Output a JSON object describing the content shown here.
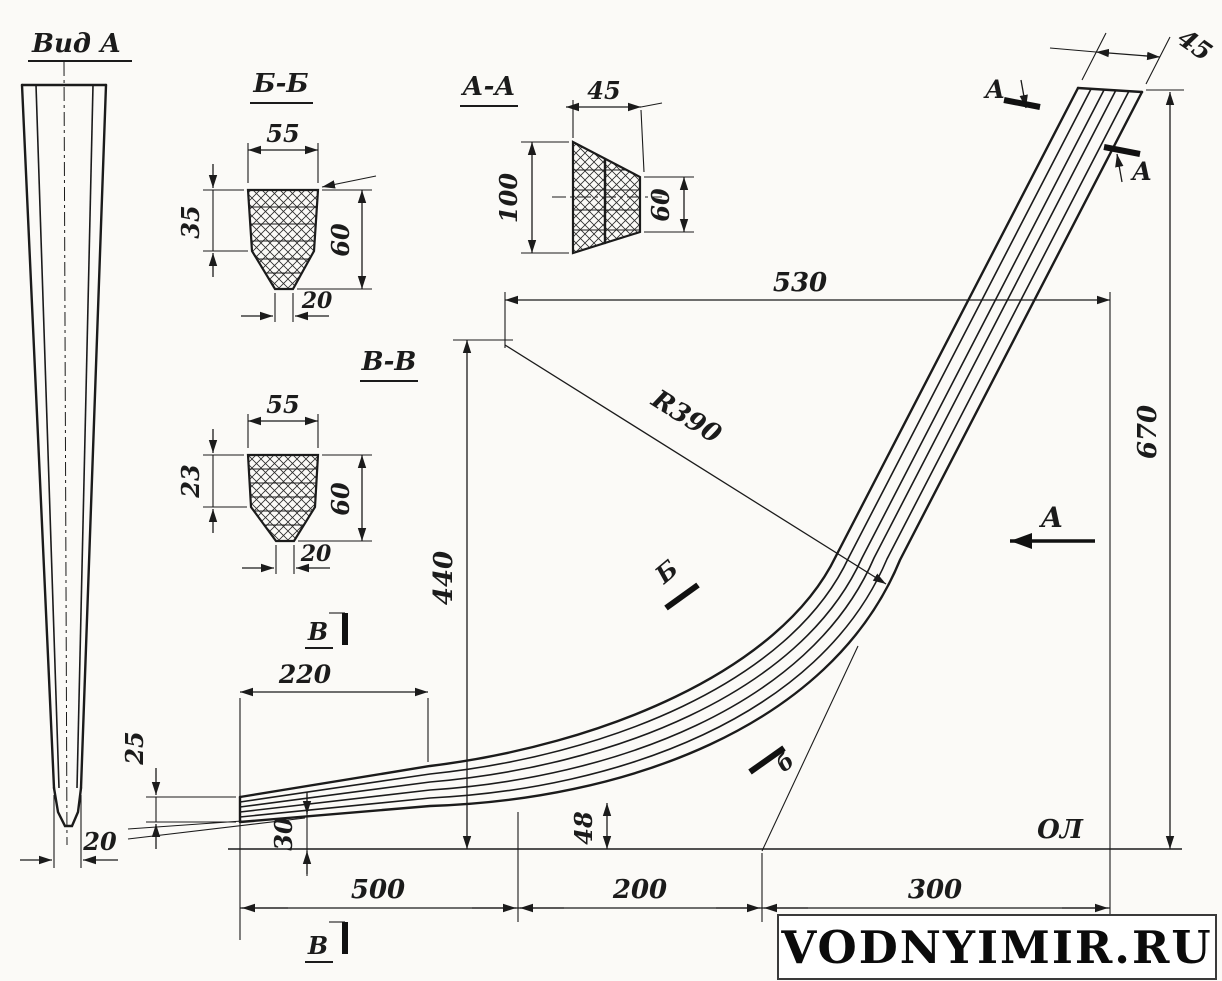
{
  "view_a": {
    "label": "Вид А",
    "dim_width": "20"
  },
  "section_bb": {
    "label": "Б-Б",
    "dim_top": "55",
    "dim_left": "35",
    "dim_right": "60",
    "dim_bottom": "20"
  },
  "section_aa": {
    "label": "А-А",
    "dim_top": "45",
    "dim_left": "100",
    "dim_right": "60"
  },
  "section_vv": {
    "label": "В-В",
    "dim_top": "55",
    "dim_left": "23",
    "dim_right": "60",
    "dim_bottom": "20"
  },
  "main": {
    "dim_top_width": "45",
    "dim_530": "530",
    "dim_670": "670",
    "dim_440": "440",
    "radius": "R390",
    "dim_220": "220",
    "dim_25": "25",
    "dim_30": "30",
    "dim_48": "48",
    "dim_500": "500",
    "dim_200": "200",
    "dim_300": "300",
    "waterline_label": "ОЛ",
    "section_marker_a1": "А",
    "section_marker_a2": "А",
    "view_arrow_label": "А",
    "section_marker_b1": "Б",
    "section_marker_b2": "б",
    "section_marker_v1": "В",
    "section_marker_v2": "В"
  },
  "watermark": {
    "text": "VODNYIMIR.RU"
  },
  "colors": {
    "ink": "#1b1b1b",
    "background": "#fbfaf7"
  }
}
